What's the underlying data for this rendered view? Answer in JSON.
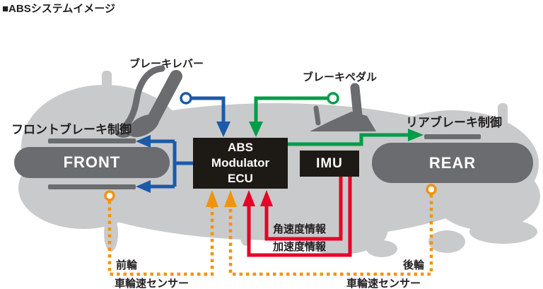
{
  "page": {
    "title": "■ABSシステムイメージ"
  },
  "colors": {
    "silhouette": "#c9cacb",
    "dark_gray": "#6b6c6f",
    "box_black": "#1d1a16",
    "blue": "#1b5aa9",
    "green": "#009c48",
    "red": "#e60027",
    "orange": "#f0940c",
    "text": "#231f20"
  },
  "labels": {
    "brake_lever": "ブレーキレバー",
    "brake_pedal": "ブレーキペダル",
    "front_brake_control": "フロントブレーキ制御",
    "rear_brake_control": "リアブレーキ制御",
    "front_wheel": "FRONT",
    "rear_wheel": "REAR",
    "ecu_line1": "ABS",
    "ecu_line2": "Modulator",
    "ecu_line3": "ECU",
    "imu": "IMU",
    "angular_velocity_info": "角速度情報",
    "acceleration_info": "加速度情報",
    "front_sensor_line1": "前輪",
    "front_sensor_line2": "車輪速センサー",
    "rear_sensor_line1": "後輪",
    "rear_sensor_line2": "車輪速センサー"
  }
}
